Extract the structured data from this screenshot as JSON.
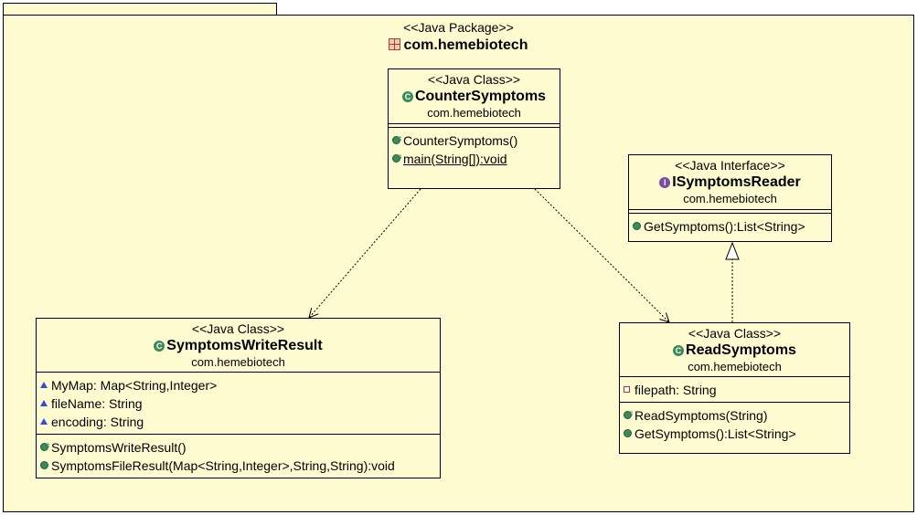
{
  "package": {
    "stereotype": "<<Java Package>>",
    "name": "com.hemebiotech"
  },
  "classes": {
    "counter": {
      "stereotype": "<<Java Class>>",
      "name": "CounterSymptoms",
      "package": "com.hemebiotech",
      "fields": [],
      "methods": [
        "CounterSymptoms()",
        "main(String[]):void"
      ]
    },
    "reader_iface": {
      "stereotype": "<<Java Interface>>",
      "name": "ISymptomsReader",
      "package": "com.hemebiotech",
      "fields": [],
      "methods": [
        "GetSymptoms():List<String>"
      ]
    },
    "writer": {
      "stereotype": "<<Java Class>>",
      "name": "SymptomsWriteResult",
      "package": "com.hemebiotech",
      "fields": [
        "MyMap: Map<String,Integer>",
        "fileName: String",
        "encoding: String"
      ],
      "methods": [
        "SymptomsWriteResult()",
        "SymptomsFileResult(Map<String,Integer>,String,String):void"
      ]
    },
    "reader": {
      "stereotype": "<<Java Class>>",
      "name": "ReadSymptoms",
      "package": "com.hemebiotech",
      "fields": [
        "filepath: String"
      ],
      "methods": [
        "ReadSymptoms(String)",
        "GetSymptoms():List<String>"
      ]
    }
  },
  "icons": {
    "class_icon": "class-c-icon",
    "interface_icon": "interface-i-icon",
    "public_method": "public-dot-icon",
    "package_field": "package-triangle-icon",
    "private_field": "private-square-icon",
    "constructor": "constructor-icon",
    "static": "static-icon"
  },
  "colors": {
    "background": "#fffbd0",
    "class_icon": "#3a8a5a",
    "interface_icon": "#7a4ca8",
    "private": "#c03030",
    "package_visibility": "#3050d0"
  }
}
